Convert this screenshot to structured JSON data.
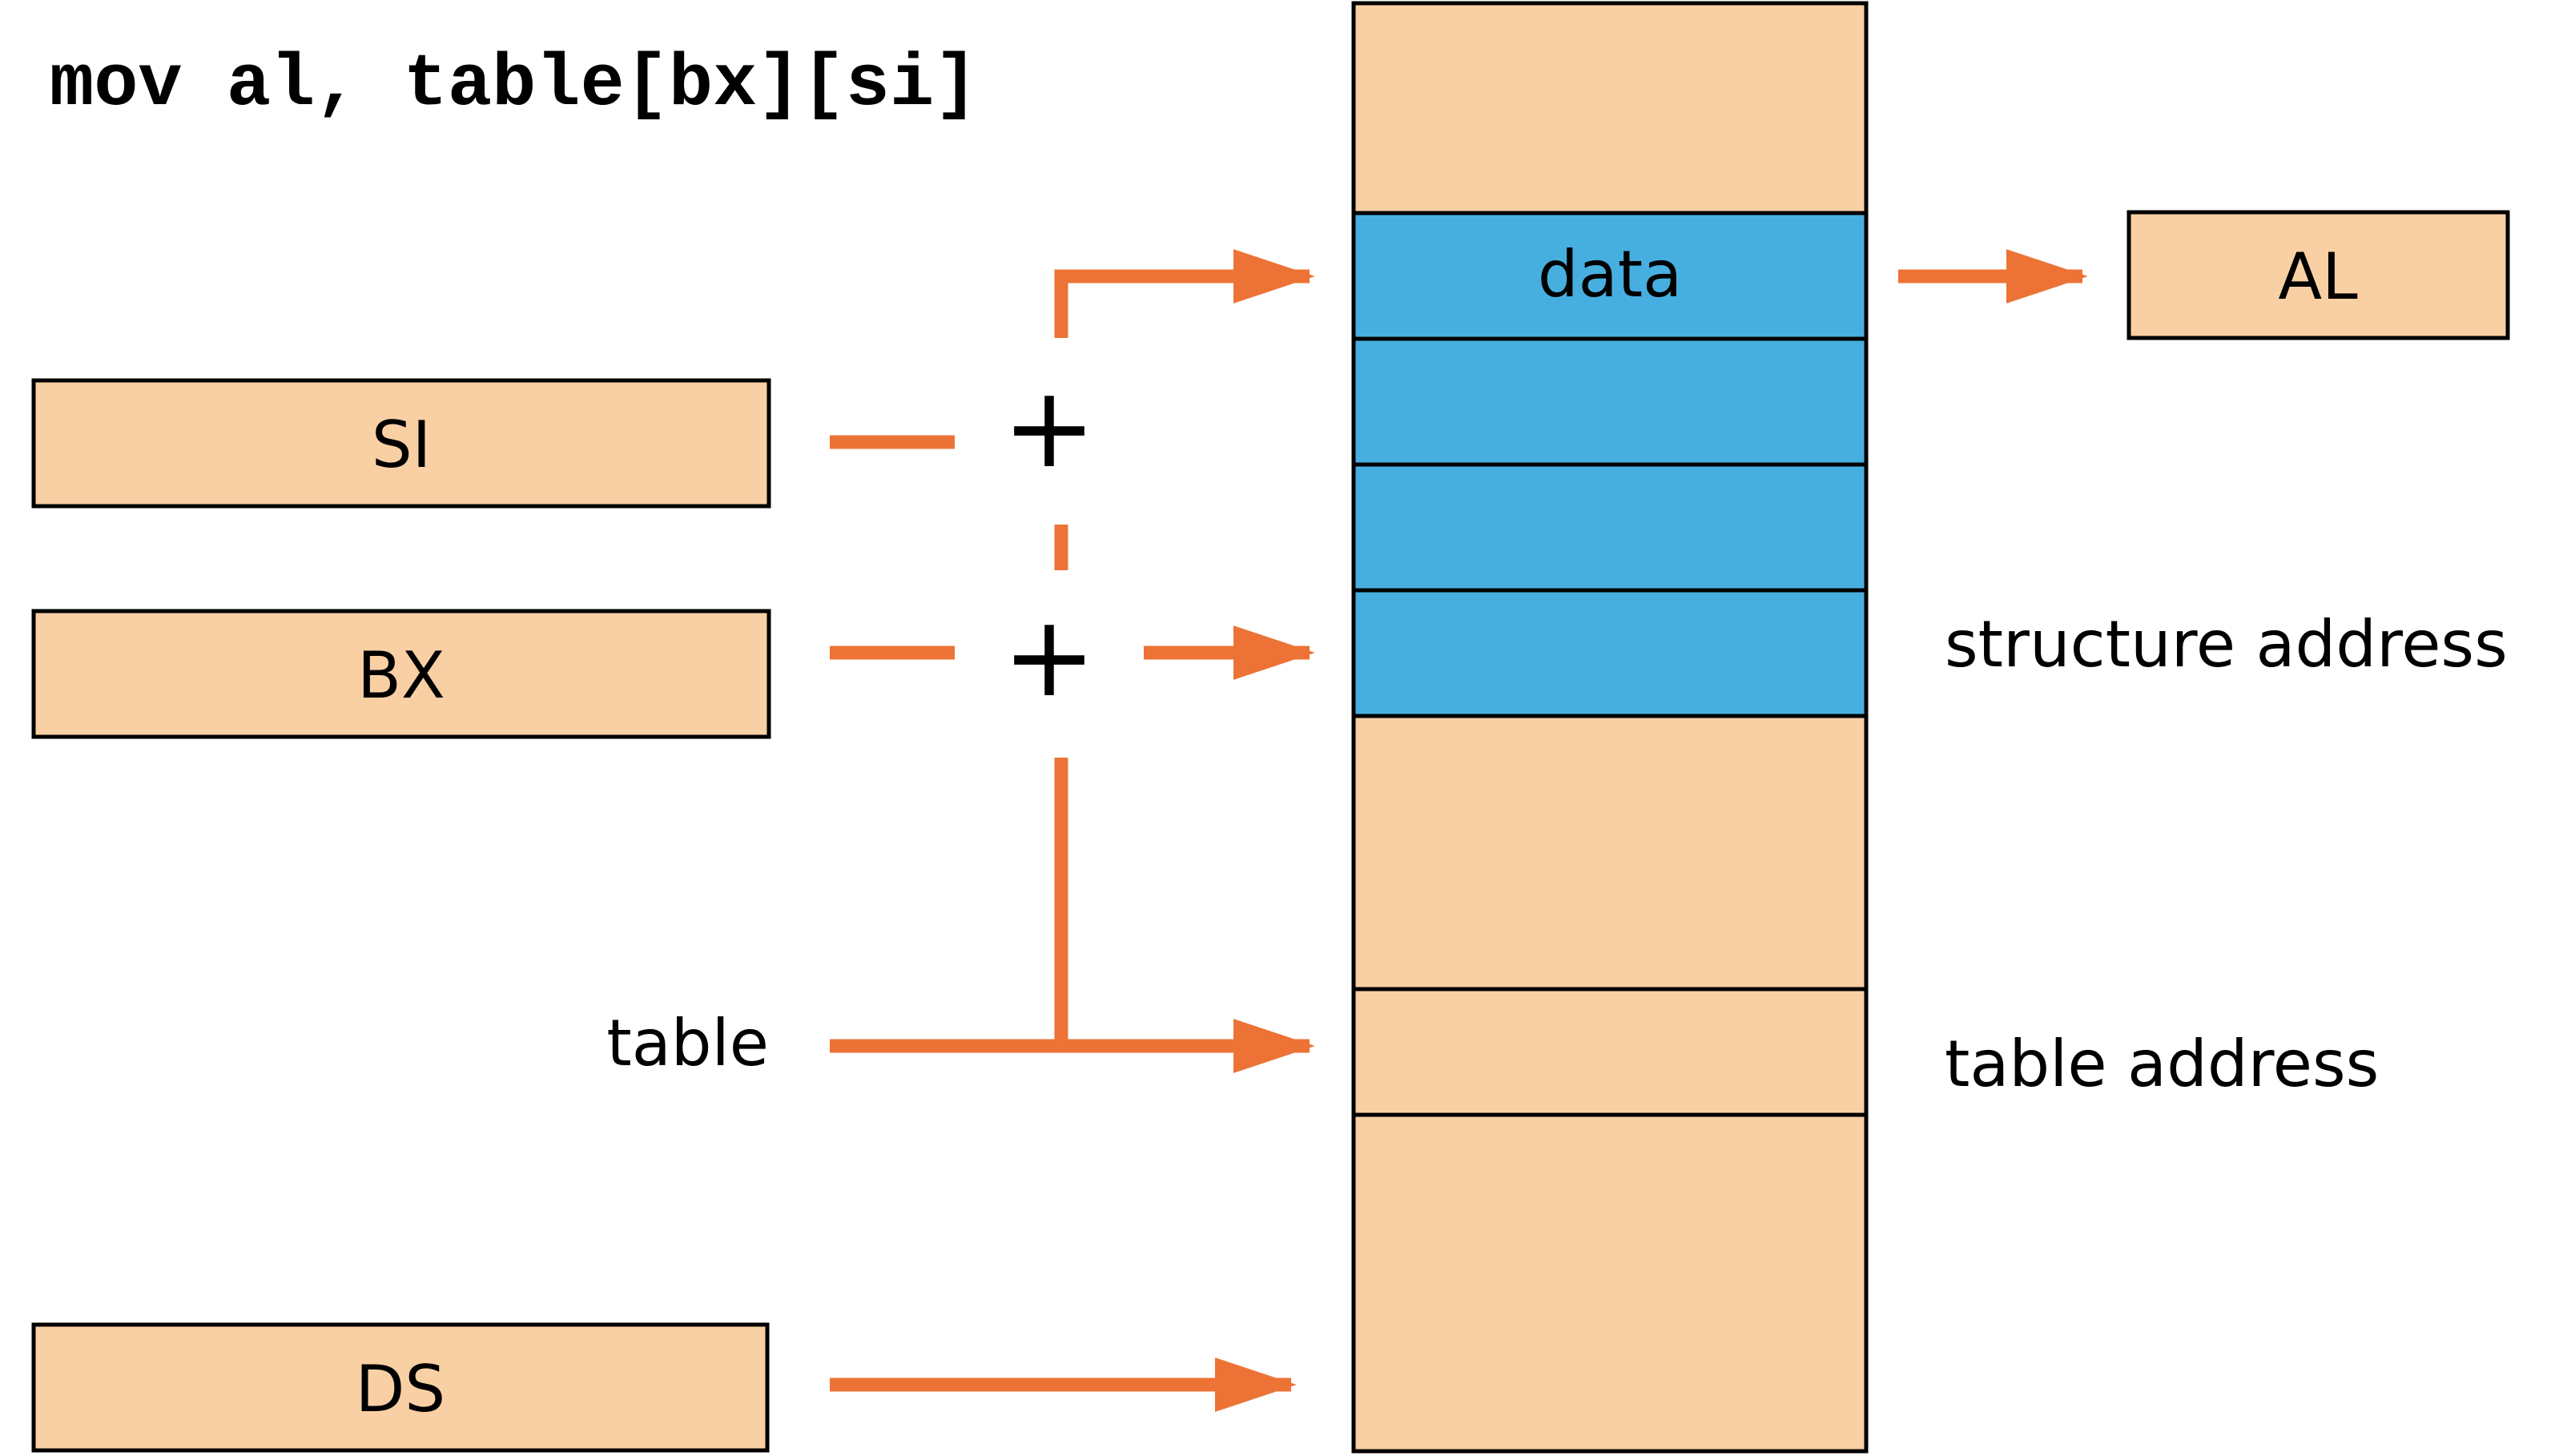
{
  "instruction": "mov al, table[bx][si]",
  "registers": {
    "si": "SI",
    "bx": "BX",
    "ds": "DS",
    "al": "AL"
  },
  "operators": {
    "plus_top": "+",
    "plus_bottom": "+"
  },
  "labels": {
    "table": "table",
    "data": "data",
    "structure_address": "structure address",
    "table_address": "table address"
  },
  "colors": {
    "register_fill": "#F9CFA4",
    "memory_fill": "#F9CFA4",
    "highlight_fill": "#47AFE0",
    "arrow": "#EC7335",
    "outline": "#000000"
  }
}
